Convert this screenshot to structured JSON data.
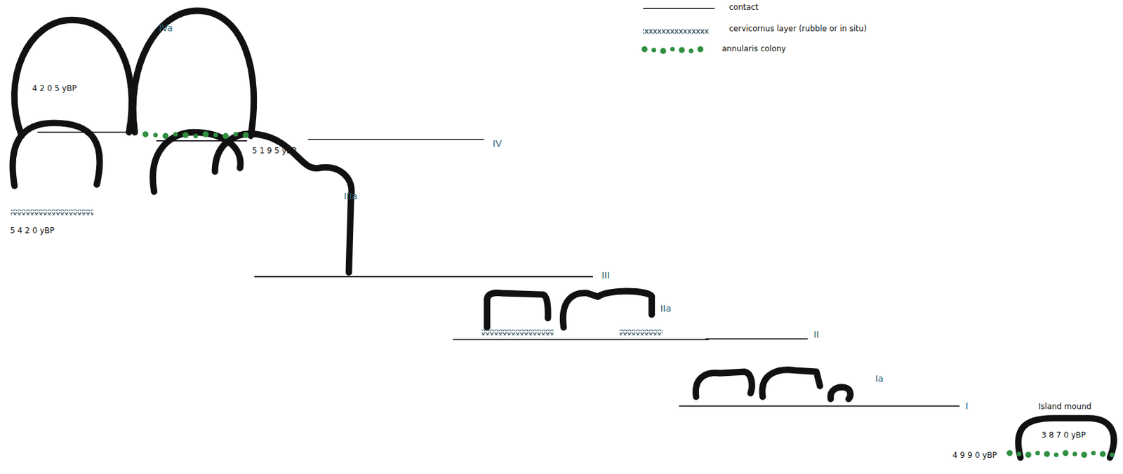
{
  "diagram": {
    "labels": [
      "IVa",
      "4 2 0 5 yBP",
      "5 1 9 5 yBP",
      "IV",
      "5 4 2 0 yBP",
      "IIIa",
      "III",
      "IIa",
      "II",
      "Ia",
      "I",
      "Island mound",
      "3 8 7 0 yBP",
      "4 9 9 0 yBP"
    ],
    "legend": [
      {
        "text": "contact"
      },
      {
        "text": "cervicornus layer (rubble or in situ)"
      },
      {
        "text": "annularis colony",
        "color": "#2f8f3f"
      }
    ]
  }
}
